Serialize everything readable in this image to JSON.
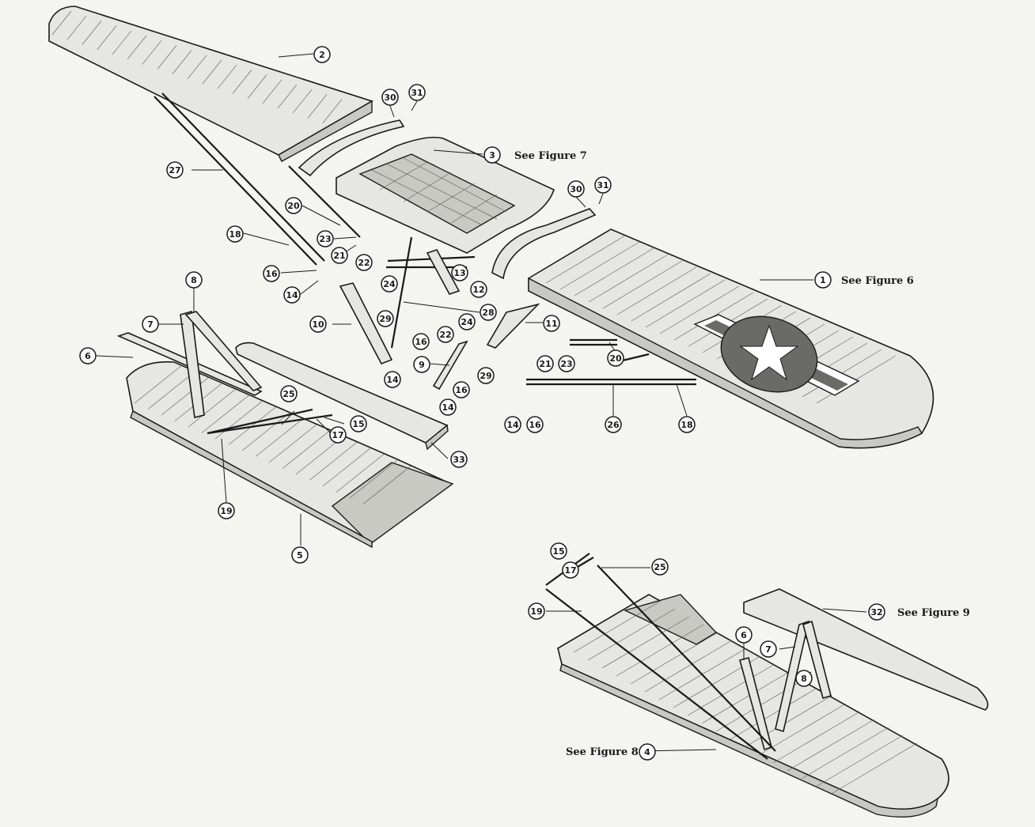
{
  "callouts": [
    {
      "n": "2"
    },
    {
      "n": "30"
    },
    {
      "n": "31"
    },
    {
      "n": "3"
    },
    {
      "n": "27"
    },
    {
      "n": "30"
    },
    {
      "n": "31"
    },
    {
      "n": "20"
    },
    {
      "n": "18"
    },
    {
      "n": "23"
    },
    {
      "n": "21"
    },
    {
      "n": "22"
    },
    {
      "n": "16"
    },
    {
      "n": "14"
    },
    {
      "n": "13"
    },
    {
      "n": "24"
    },
    {
      "n": "12"
    },
    {
      "n": "1"
    },
    {
      "n": "8"
    },
    {
      "n": "7"
    },
    {
      "n": "28"
    },
    {
      "n": "29"
    },
    {
      "n": "10"
    },
    {
      "n": "24"
    },
    {
      "n": "22"
    },
    {
      "n": "16"
    },
    {
      "n": "11"
    },
    {
      "n": "6"
    },
    {
      "n": "21"
    },
    {
      "n": "23"
    },
    {
      "n": "20"
    },
    {
      "n": "9"
    },
    {
      "n": "16"
    },
    {
      "n": "14"
    },
    {
      "n": "29"
    },
    {
      "n": "14"
    },
    {
      "n": "25"
    },
    {
      "n": "15"
    },
    {
      "n": "17"
    },
    {
      "n": "14"
    },
    {
      "n": "16"
    },
    {
      "n": "26"
    },
    {
      "n": "18"
    },
    {
      "n": "33"
    },
    {
      "n": "19"
    },
    {
      "n": "5"
    },
    {
      "n": "15"
    },
    {
      "n": "17"
    },
    {
      "n": "25"
    },
    {
      "n": "19"
    },
    {
      "n": "32"
    },
    {
      "n": "6"
    },
    {
      "n": "7"
    },
    {
      "n": "8"
    },
    {
      "n": "4"
    }
  ],
  "figure_refs": {
    "fig7": "See Figure 7",
    "fig6": "See Figure 6",
    "fig9": "See Figure 9",
    "fig8": "See Figure 8"
  },
  "colors": {
    "ink": "#1a1a1a",
    "paper": "#f4f4f1",
    "shade": "#c9c9c4"
  }
}
